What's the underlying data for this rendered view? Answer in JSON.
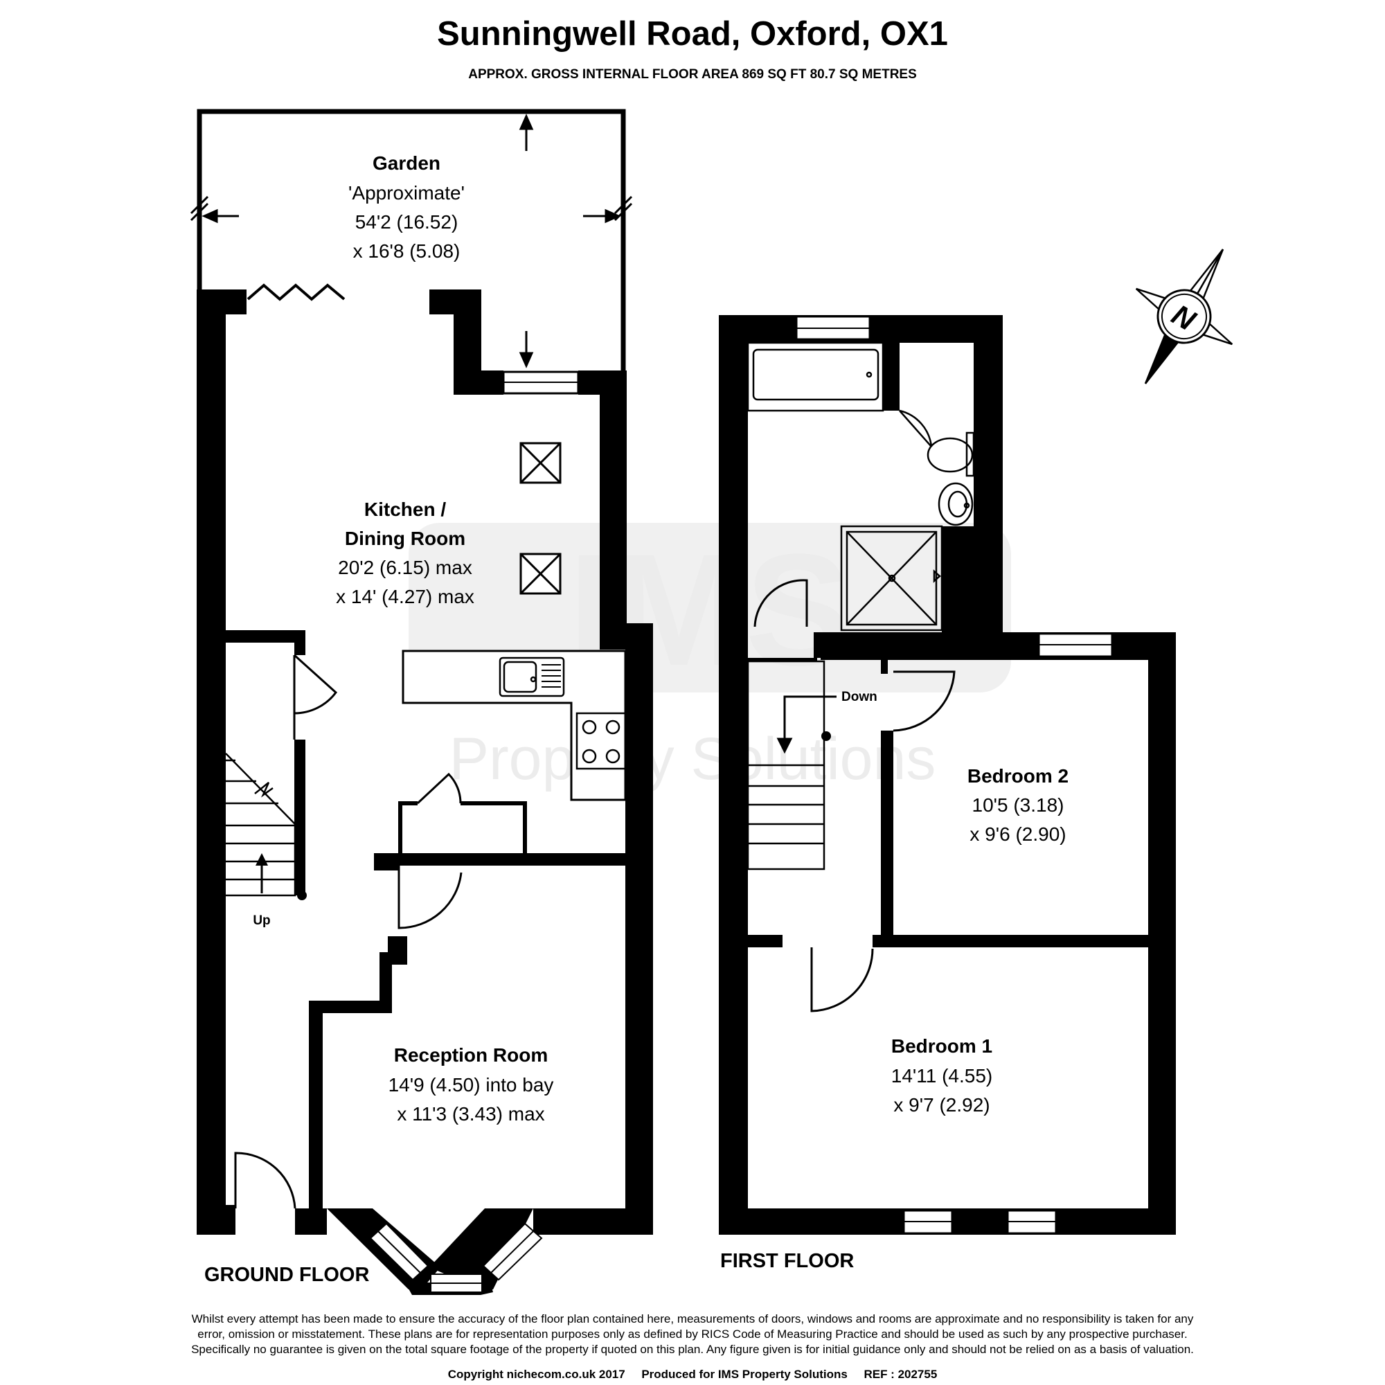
{
  "header": {
    "title": "Sunningwell Road, Oxford, OX1",
    "subtitle": "APPROX. GROSS INTERNAL FLOOR AREA 869 SQ FT 80.7 SQ METRES"
  },
  "watermark": {
    "logo": "IMS",
    "tagline": "Property Solutions",
    "color": "#ececec"
  },
  "compass": {
    "letter": "N"
  },
  "ground_floor": {
    "label": "GROUND FLOOR",
    "up_label": "Up",
    "garden": {
      "name": "Garden",
      "note": "'Approximate'",
      "dim1": "54'2 (16.52)",
      "dim2": "x 16'8 (5.08)"
    },
    "kitchen": {
      "name_line1": "Kitchen /",
      "name_line2": "Dining Room",
      "dim1": "20'2 (6.15) max",
      "dim2": "x 14' (4.27) max"
    },
    "reception": {
      "name": "Reception Room",
      "dim1": "14'9 (4.50) into bay",
      "dim2": "x 11'3 (3.43) max"
    }
  },
  "first_floor": {
    "label": "FIRST FLOOR",
    "down_label": "Down",
    "bedroom2": {
      "name": "Bedroom 2",
      "dim1": "10'5 (3.18)",
      "dim2": "x 9'6 (2.90)"
    },
    "bedroom1": {
      "name": "Bedroom 1",
      "dim1": "14'11 (4.55)",
      "dim2": "x 9'7 (2.92)"
    }
  },
  "footer": {
    "disclaimer_line1": "Whilst every attempt has been made to ensure the accuracy of the floor plan contained here, measurements of doors, windows and rooms are approximate and no responsibility is taken for any",
    "disclaimer_line2": "error, omission or misstatement. These plans are for representation purposes only as defined by RICS Code of Measuring Practice and should be used as such by any prospective purchaser.",
    "disclaimer_line3": "Specifically no guarantee is given on the total square footage of the property if quoted on this plan. Any figure given is for initial guidance only and should not be relied on as a basis of valuation.",
    "copyright": "Copyright nichecom.co.uk 2017     Produced for IMS Property Solutions     REF : 202755"
  }
}
